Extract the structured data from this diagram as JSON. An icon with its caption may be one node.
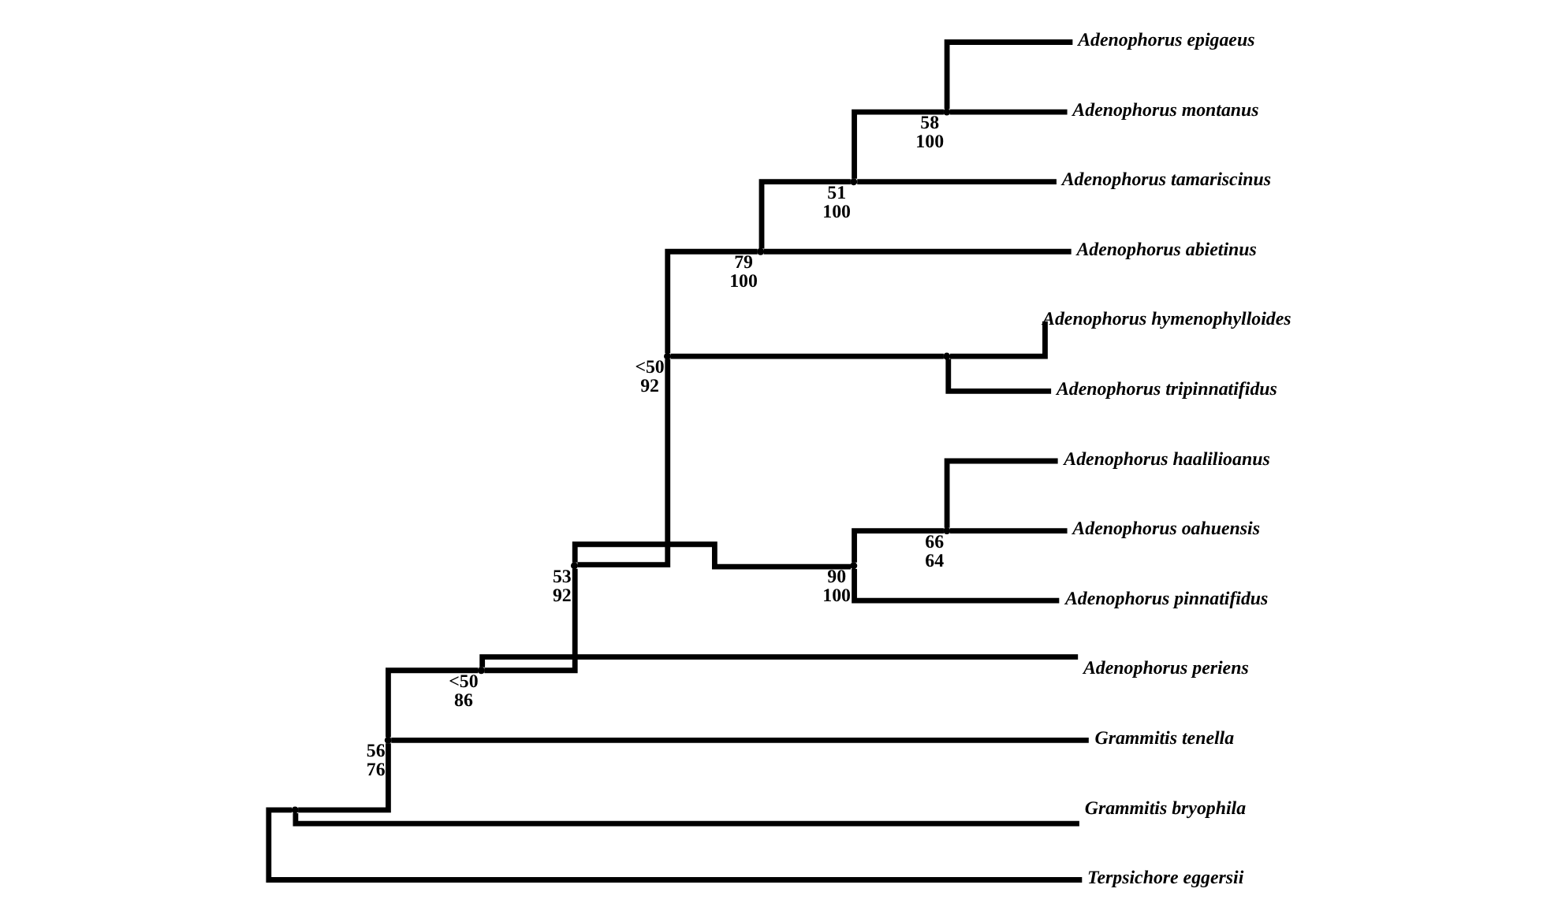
{
  "diagram": {
    "nodes": [
      {
        "text": [
          "Adenophorus epigaeus"
        ]
      },
      {
        "text": [
          "Adenophorus montanus"
        ]
      },
      {
        "text": [
          "Adenophorus tamariscinus"
        ]
      },
      {
        "text": [
          "Adenophorus abietinus"
        ]
      },
      {
        "text": [
          "Adenophorus hymenophylloides"
        ]
      },
      {
        "text": [
          "Adenophorus tripinnatifidus"
        ]
      },
      {
        "text": [
          "Adenophorus haalilioanus"
        ]
      },
      {
        "text": [
          "Adenophorus oahuensis"
        ]
      },
      {
        "text": [
          "Adenophorus pinnatifidus"
        ]
      },
      {
        "text": [
          "Adenophorus periens"
        ]
      },
      {
        "text": [
          "Grammitis tenella"
        ]
      },
      {
        "text": [
          "Grammitis bryophila"
        ]
      },
      {
        "text": [
          "Terpsichore eggersii"
        ]
      },
      {
        "text": [],
        "shape": "point"
      },
      {
        "text": [],
        "shape": "point",
        "beside": [
          "56",
          "76"
        ]
      },
      {
        "text": [],
        "shape": "point",
        "beside": [
          "<50",
          "86"
        ]
      },
      {
        "text": [],
        "shape": "point",
        "beside": [
          "53",
          "92"
        ]
      },
      {
        "text": [],
        "shape": "point",
        "beside": [
          "<50",
          "92"
        ]
      },
      {
        "text": [],
        "shape": "point",
        "beside": [
          "79",
          "100"
        ]
      },
      {
        "text": [],
        "shape": "point",
        "beside": [
          "51",
          "100"
        ]
      },
      {
        "text": [],
        "shape": "point",
        "beside": [
          "58",
          "100"
        ]
      },
      {
        "text": [],
        "shape": "point"
      },
      {
        "text": [],
        "shape": "point",
        "beside": [
          "90",
          "100"
        ]
      },
      {
        "text": [],
        "shape": "point",
        "beside": [
          "66",
          "64"
        ]
      }
    ],
    "edges": [
      {
        "from": 13,
        "to": 14,
        "arrow": "none"
      },
      {
        "from": 13,
        "to": 11,
        "arrow": "none"
      },
      {
        "from": 13,
        "to": 12,
        "arrow": "none"
      },
      {
        "from": 14,
        "to": 15,
        "arrow": "none"
      },
      {
        "from": 14,
        "to": 10,
        "arrow": "none"
      },
      {
        "from": 15,
        "to": 16,
        "arrow": "none"
      },
      {
        "from": 15,
        "to": 9,
        "arrow": "none"
      },
      {
        "from": 16,
        "to": 17,
        "arrow": "none"
      },
      {
        "from": 16,
        "to": 22,
        "arrow": "none"
      },
      {
        "from": 17,
        "to": 18,
        "arrow": "none"
      },
      {
        "from": 17,
        "to": 21,
        "arrow": "none"
      },
      {
        "from": 18,
        "to": 19,
        "arrow": "none"
      },
      {
        "from": 18,
        "to": 3,
        "arrow": "none"
      },
      {
        "from": 19,
        "to": 20,
        "arrow": "none"
      },
      {
        "from": 19,
        "to": 2,
        "arrow": "none"
      },
      {
        "from": 20,
        "to": 0,
        "arrow": "none"
      },
      {
        "from": 20,
        "to": 1,
        "arrow": "none"
      },
      {
        "from": 21,
        "to": 4,
        "arrow": "none"
      },
      {
        "from": 21,
        "to": 5,
        "arrow": "none"
      },
      {
        "from": 22,
        "to": 23,
        "arrow": "none"
      },
      {
        "from": 22,
        "to": 8,
        "arrow": "none"
      },
      {
        "from": 23,
        "to": 6,
        "arrow": "none"
      },
      {
        "from": 23,
        "to": 7,
        "arrow": "none"
      }
    ]
  }
}
